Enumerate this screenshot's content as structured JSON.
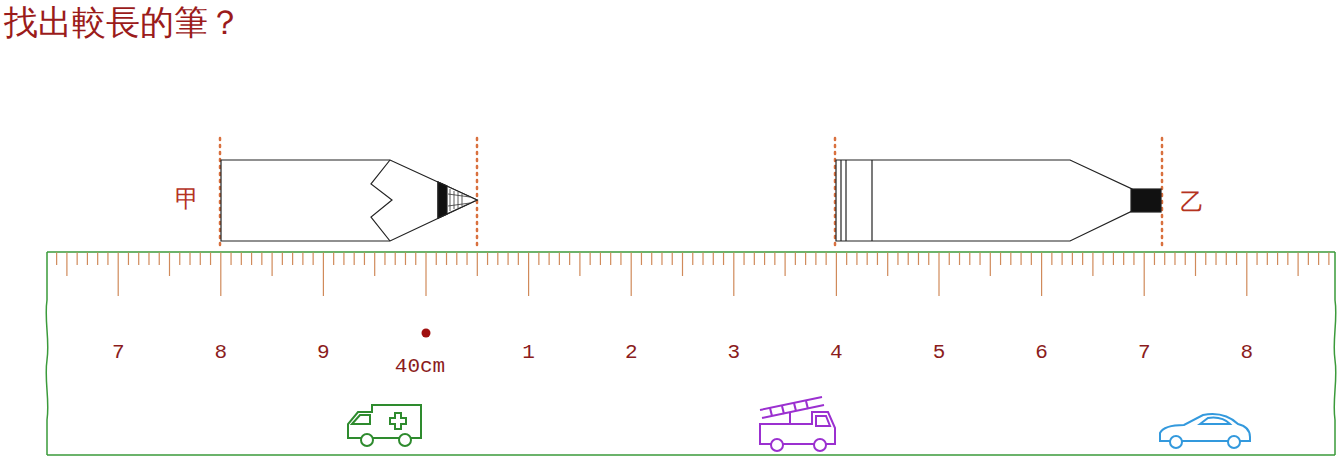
{
  "diagram": {
    "title": "找出較長的筆？",
    "labels": [
      "甲",
      "乙",
      "7",
      "8",
      "9",
      "40cm",
      "1",
      "2",
      "3",
      "4",
      "5",
      "6",
      "7",
      "8"
    ]
  }
}
